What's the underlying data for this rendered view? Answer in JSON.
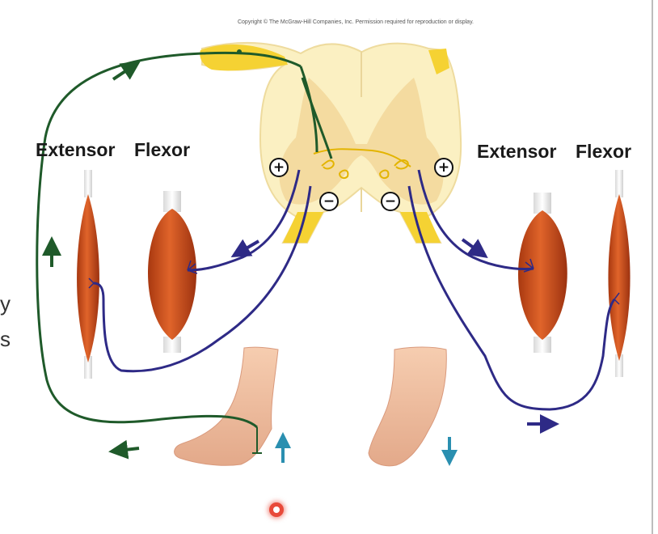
{
  "copyright": "Copyright © The McGraw-Hill Companies, Inc. Permission required for reproduction or display.",
  "left_labels": {
    "extensor": "Extensor",
    "flexor": "Flexor"
  },
  "right_labels": {
    "extensor": "Extensor",
    "flexor": "Flexor"
  },
  "synapse_signs": {
    "excitatory": "+",
    "inhibitory": "−"
  },
  "edge_fragment": {
    "line1": "y",
    "line2": "s"
  },
  "colors": {
    "sensory_neuron": "#1f5a2a",
    "motor_neuron": "#2e2a86",
    "muscle": "#d4521e",
    "spinal_cord": "#fbf0c2",
    "gray_matter": "#f2d79a",
    "nerve_root": "#f5d233",
    "foot_arrow": "#2a8fb0"
  },
  "icons": [
    "cursor-indicator-icon",
    "excitatory-plus-icon",
    "inhibitory-minus-icon",
    "direction-arrow-icon"
  ]
}
